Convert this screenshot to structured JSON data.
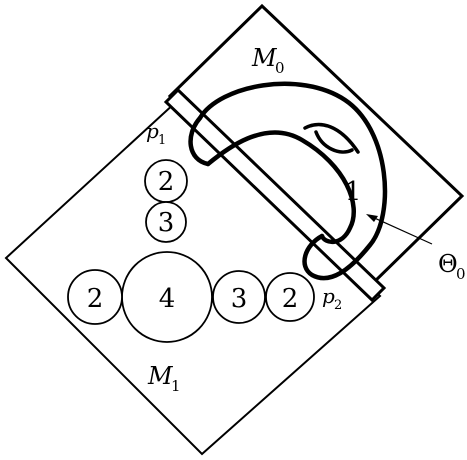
{
  "labels": {
    "m0_main": "M",
    "m0_sub": "0",
    "m1_main": "M",
    "m1_sub": "1",
    "p1_main": "p",
    "p1_sub": "1",
    "p2_main": "p",
    "p2_sub": "2",
    "theta_main": "Θ",
    "theta_sub": "0",
    "handle_number": "1"
  },
  "nodes": [
    {
      "id": "node-2-top",
      "label": "2"
    },
    {
      "id": "node-3-top",
      "label": "3"
    },
    {
      "id": "node-4-center",
      "label": "4"
    },
    {
      "id": "node-2-left",
      "label": "2"
    },
    {
      "id": "node-3-right",
      "label": "3"
    },
    {
      "id": "node-2-right",
      "label": "2"
    }
  ]
}
